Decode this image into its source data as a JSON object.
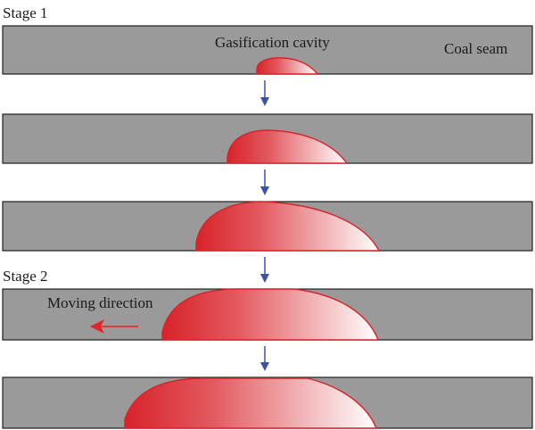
{
  "stages": {
    "stage1_label": "Stage 1",
    "stage2_label": "Stage 2"
  },
  "labels": {
    "cavity": "Gasification cavity",
    "coal_seam": "Coal seam",
    "moving_direction": "Moving direction"
  },
  "colors": {
    "coal_seam": "#9a9a9a",
    "cavity_dark": "#d8232a",
    "cavity_light": "#ffffff",
    "flow_arrow": "#3b52a8",
    "direction_arrow": "#e8222b"
  },
  "icons": [
    "down-arrow-icon",
    "left-arrow-icon"
  ]
}
